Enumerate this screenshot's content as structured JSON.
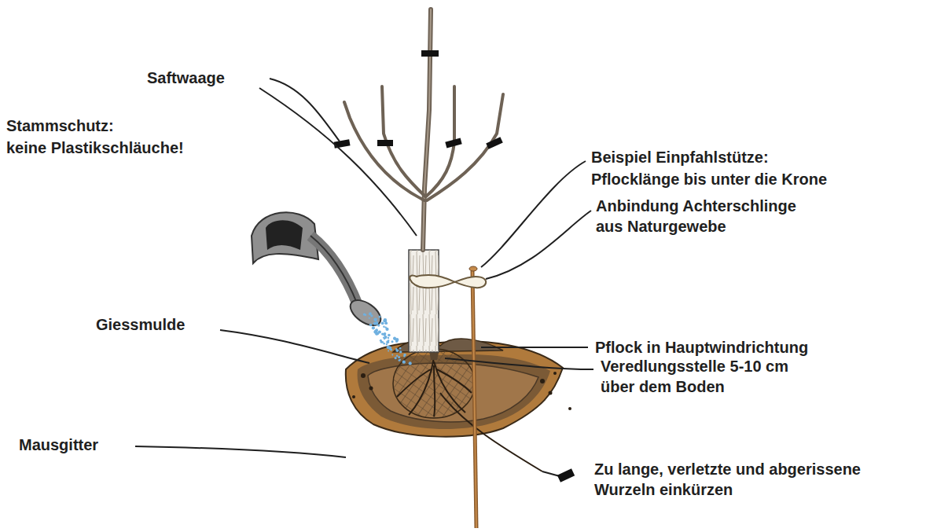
{
  "diagram": {
    "labels": [
      "Saftwaage",
      "Stammschutz:",
      "keine Plastikschläuche!",
      "Beispiel Einpfahlstütze:",
      "Pflocklänge bis unter die Krone",
      "Anbindung Achterschlinge aus Naturgewebe",
      "Pflock in Hauptwindrichtung",
      "Giessmulde",
      "Veredlungsstelle 5-10 cm über dem Boden",
      "Mausgitter",
      "Zu lange, verletzte und abgerissene Wurzeln einkürzen"
    ]
  }
}
